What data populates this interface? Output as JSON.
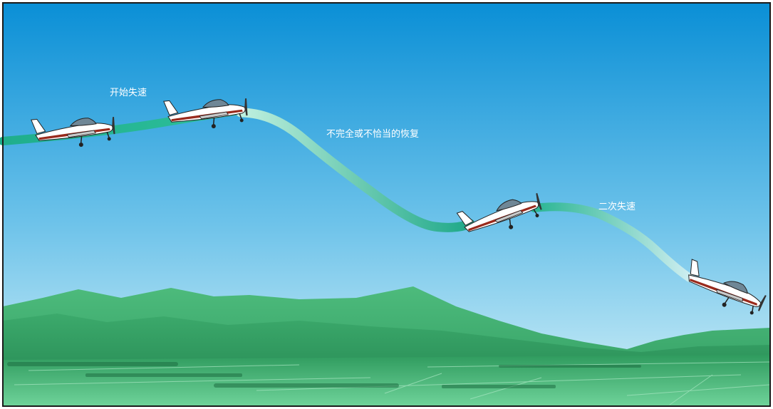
{
  "labels": {
    "stall_start": "开始失速",
    "improper_recovery": "不完全或不恰当的恢复",
    "secondary_stall": "二次失速"
  },
  "colors": {
    "sky_top": "#0a8fd6",
    "sky_bottom": "#c9ecf6",
    "path": "#1fae8c",
    "mountain_far": "#3aa56a",
    "mountain_near": "#2a8a55",
    "ground": "#4ec07a",
    "aircraft_body": "#ffffff",
    "aircraft_stripe": "#9a2a1c"
  },
  "icons": [
    "airplane-icon"
  ]
}
